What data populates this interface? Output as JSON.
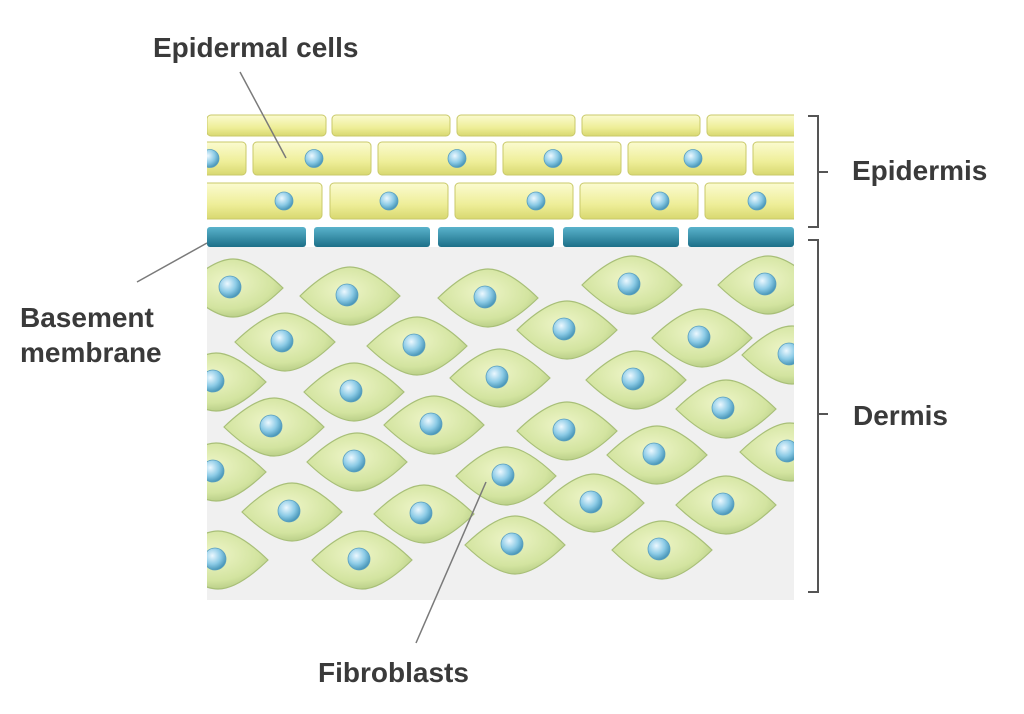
{
  "labels": {
    "epidermal_cells": "Epidermal cells",
    "epidermis": "Epidermis",
    "dermis": "Dermis",
    "basement_membrane_line1": "Basement",
    "basement_membrane_line2": "membrane",
    "fibroblasts": "Fibroblasts"
  },
  "colors": {
    "epidermal_cell_fill": "#f2f2a6",
    "basement_membrane": "#2b8ca6",
    "fibroblast_fill": "#d6e6a6",
    "nucleus": "#8ccbe6",
    "dermis_background": "#f0f0f0"
  }
}
